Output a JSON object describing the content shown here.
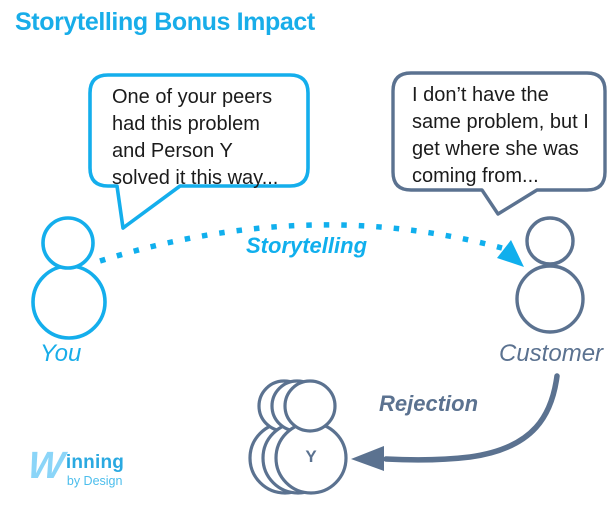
{
  "title": "Storytelling Bonus Impact",
  "colors": {
    "cyan": "#14AEEC",
    "slate": "#5B7290",
    "bubble_text": "#1B1B1B",
    "logo_light": "#8BD5F8"
  },
  "bubbles": {
    "you_speech": "One of your peers\nhad this problem\nand Person Y\nsolved it this way...",
    "customer_speech": "I don’t have the\nsame problem, but I\nget where she was\ncoming from..."
  },
  "labels": {
    "storytelling": "Storytelling",
    "rejection": "Rejection",
    "you": "You",
    "customer": "Customer",
    "person_y": "Y"
  },
  "logo": {
    "w": "W",
    "rest": "inning",
    "tagline": "by Design"
  }
}
